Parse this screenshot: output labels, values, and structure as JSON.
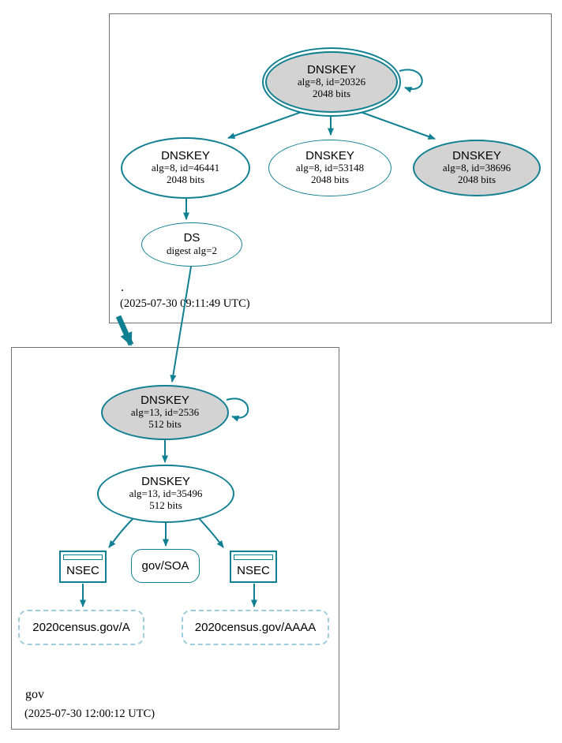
{
  "diagram": {
    "type": "dnssec-authentication-chain",
    "zones": {
      "root": {
        "label": ".",
        "timestamp": "(2025-07-30 09:11:49 UTC)"
      },
      "gov": {
        "label": "gov",
        "timestamp": "(2025-07-30 12:00:12 UTC)"
      }
    },
    "nodes": {
      "root_ksk": {
        "type": "DNSKEY",
        "detail": "alg=8, id=20326",
        "bits": "2048 bits"
      },
      "root_zsk1": {
        "type": "DNSKEY",
        "detail": "alg=8, id=46441",
        "bits": "2048 bits"
      },
      "root_zsk2": {
        "type": "DNSKEY",
        "detail": "alg=8, id=53148",
        "bits": "2048 bits"
      },
      "root_key3": {
        "type": "DNSKEY",
        "detail": "alg=8, id=38696",
        "bits": "2048 bits"
      },
      "ds": {
        "type": "DS",
        "detail": "digest alg=2"
      },
      "gov_ksk": {
        "type": "DNSKEY",
        "detail": "alg=13, id=2536",
        "bits": "512 bits"
      },
      "gov_zsk": {
        "type": "DNSKEY",
        "detail": "alg=13, id=35496",
        "bits": "512 bits"
      },
      "nsec_left": {
        "type": "NSEC"
      },
      "soa": {
        "label": "gov/SOA"
      },
      "nsec_right": {
        "type": "NSEC"
      },
      "rrset_a": {
        "label": "2020census.gov/A"
      },
      "rrset_aaaa": {
        "label": "2020census.gov/AAAA"
      }
    },
    "colors": {
      "edge_teal": "#0f7f91",
      "secure_node_fill": "#d3d3d3",
      "insecure_dashed_border": "#9fcddb",
      "zone_box_border": "#707070"
    }
  }
}
